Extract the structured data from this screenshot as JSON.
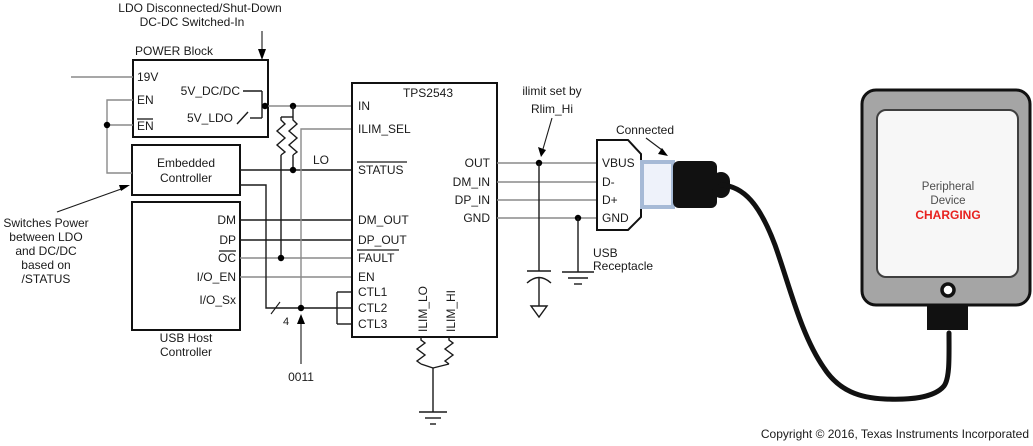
{
  "top_note": {
    "line1": "LDO Disconnected/Shut-Down",
    "line2": "DC-DC Switched-In"
  },
  "power_block": {
    "label": "POWER Block",
    "pin_19v": "19V",
    "pin_en": "EN",
    "pin_en_bar": "EN",
    "out_dcdc": "5V_DC/DC",
    "out_ldo": "5V_LDO"
  },
  "embedded_controller": {
    "label_line1": "Embedded",
    "label_line2": "Controller"
  },
  "switches_note": {
    "line1": "Switches Power",
    "line2": "between LDO",
    "line3": "and DC/DC",
    "line4": "based on",
    "line5": "/STATUS"
  },
  "usb_host": {
    "pin_dm": "DM",
    "pin_dp": "DP",
    "pin_oc": "OC",
    "pin_io_en": "I/O_EN",
    "pin_io_sx": "I/O_Sx",
    "label_line1": "USB Host",
    "label_line2": "Controller"
  },
  "bus": {
    "width_label": "4",
    "value_label": "0011",
    "lo_label": "LO"
  },
  "tps2543": {
    "title": "TPS2543",
    "pin_in": "IN",
    "pin_ilim_sel": "ILIM_SEL",
    "pin_status": "STATUS",
    "pin_dm_out": "DM_OUT",
    "pin_dp_out": "DP_OUT",
    "pin_fault": "FAULT",
    "pin_en": "EN",
    "pin_ctl1": "CTL1",
    "pin_ctl2": "CTL2",
    "pin_ctl3": "CTL3",
    "pin_out": "OUT",
    "pin_dm_in": "DM_IN",
    "pin_dp_in": "DP_IN",
    "pin_gnd": "GND",
    "pin_ilim_lo": "ILIM_LO",
    "pin_ilim_hi": "ILIM_HI"
  },
  "ilimit_note": {
    "line1": "ilimit set by",
    "line2": "Rlim_Hi"
  },
  "usb_receptacle": {
    "pin_vbus": "VBUS",
    "pin_dminus": "D-",
    "pin_dplus": "D+",
    "pin_gnd": "GND",
    "label_line1": "USB",
    "label_line2": "Receptacle",
    "connected_label": "Connected"
  },
  "peripheral_device": {
    "line1": "Peripheral",
    "line2": "Device",
    "status": "CHARGING"
  },
  "footer": {
    "copyright": "Copyright © 2016, Texas Instruments Incorporated"
  },
  "colors": {
    "charging_red": "#e8221f",
    "plug_border_blue": "#a6bad6",
    "plug_window_fill": "#eef2fa",
    "tablet_body_grey": "#a5a5a5",
    "screen_fill": "#f7f7f7",
    "wire_grey": "#8a8a8a",
    "symbol_black": "#1a1a1a"
  }
}
